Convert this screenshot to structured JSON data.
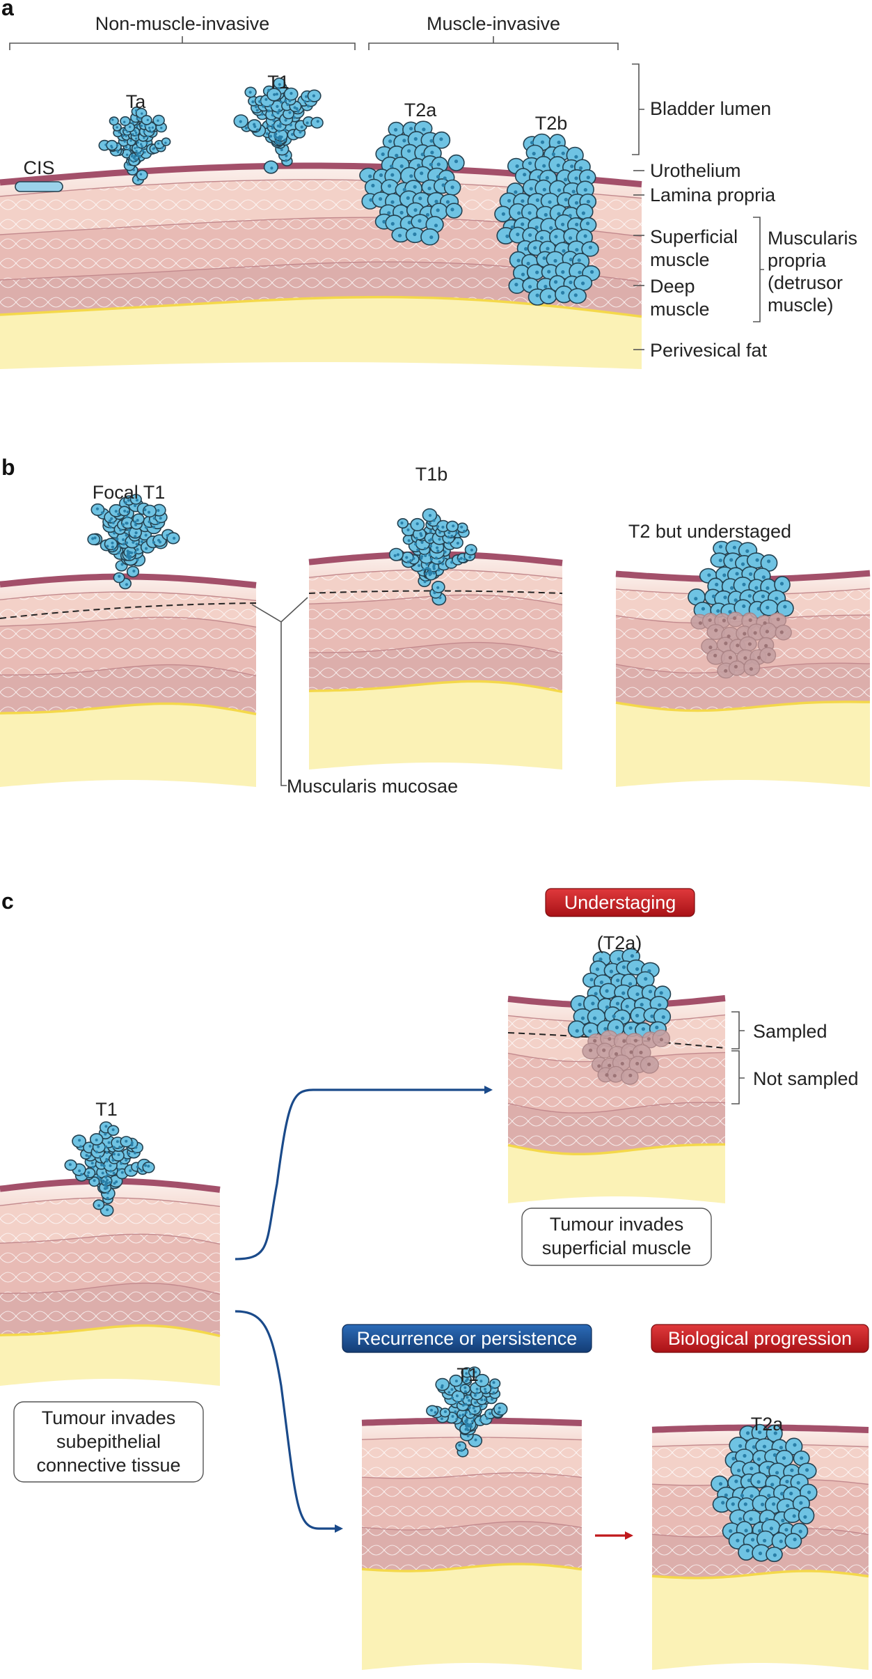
{
  "panel_a": {
    "letter": "a",
    "groups": {
      "non_invasive": "Non-muscle-invasive",
      "invasive": "Muscle-invasive"
    },
    "tumours": {
      "cis": "CIS",
      "ta": "Ta",
      "t1": "T1",
      "t2a": "T2a",
      "t2b": "T2b"
    },
    "layers": {
      "lumen": "Bladder lumen",
      "urothelium": "Urothelium",
      "lamina": "Lamina propria",
      "superficial_1": "Superficial",
      "superficial_2": "muscle",
      "deep_1": "Deep",
      "deep_2": "muscle",
      "muscularis_1": "Muscularis",
      "muscularis_2": "propria",
      "muscularis_3": "(detrusor",
      "muscularis_4": "muscle)",
      "fat": "Perivesical fat"
    }
  },
  "panel_b": {
    "letter": "b",
    "focal": "Focal T1",
    "t1b": "T1b",
    "understaged": "T2 but understaged",
    "mucosae": "Muscularis mucosae"
  },
  "panel_c": {
    "letter": "c",
    "start_label": "T1",
    "start_box": [
      "Tumour invades",
      "subepithelial",
      "connective tissue"
    ],
    "understaging": {
      "pill": "Understaging",
      "label": "(T2a)",
      "sampled": "Sampled",
      "not_sampled": "Not sampled",
      "box": [
        "Tumour invades",
        "superficial muscle"
      ]
    },
    "recurrence": {
      "pill": "Recurrence or persistence",
      "label": "T1"
    },
    "progression": {
      "pill": "Biological progression",
      "label": "T2a"
    }
  },
  "colors": {
    "urothelium": "#a3506a",
    "tumour": "#6fc3e3",
    "fat": "#fbf2b6",
    "muscle": "#f1c9c0",
    "pill_red": "#c0181b",
    "pill_blue": "#1a4a8a"
  }
}
